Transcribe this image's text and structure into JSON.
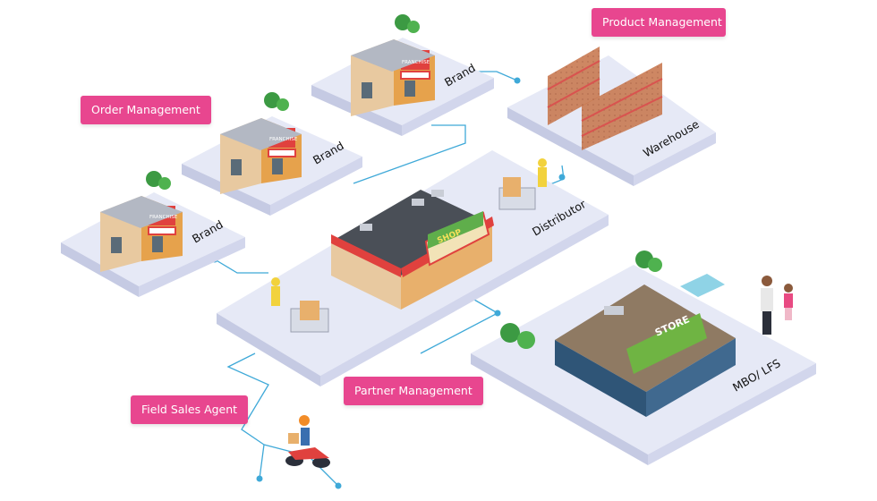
{
  "labels": {
    "order_management": "Order Management",
    "product_management": "Product Management",
    "partner_management": "Partner Management",
    "field_sales_agent": "Field Sales Agent"
  },
  "platforms": {
    "brand_1": "Brand",
    "brand_2": "Brand",
    "brand_3": "Brand",
    "warehouse": "Warehouse",
    "distributor": "Distributor",
    "mbo_lfs": "MBO/ LFS"
  },
  "signs": {
    "franchise": "FRANCHISE",
    "shop": "SHOP",
    "store": "STORE"
  },
  "colors": {
    "label_pink": "#e8468f",
    "platform_top": "#e6e9f6",
    "platform_side": "#c5cae3",
    "connector": "#3fa9d8"
  }
}
